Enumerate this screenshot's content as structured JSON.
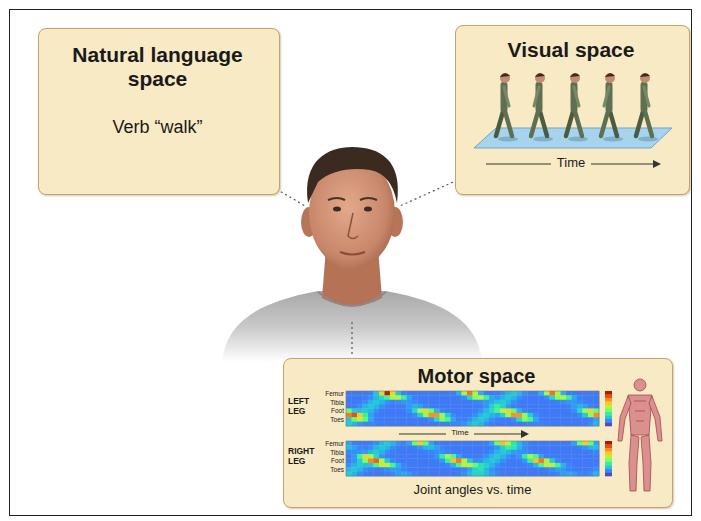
{
  "diagram": {
    "nodes": [
      {
        "text": [
          "Natural language space",
          "Verb “walk”"
        ]
      },
      {
        "text": [
          "Visual space",
          "Time"
        ]
      },
      {
        "text": [
          "Motor space",
          "LEFT LEG",
          "Femur",
          "Tibia",
          "Foot",
          "Toes",
          "Time",
          "RIGHT LEG",
          "Femur",
          "Tibia",
          "Foot",
          "Toes",
          "Joint angles vs. time"
        ]
      }
    ]
  }
}
